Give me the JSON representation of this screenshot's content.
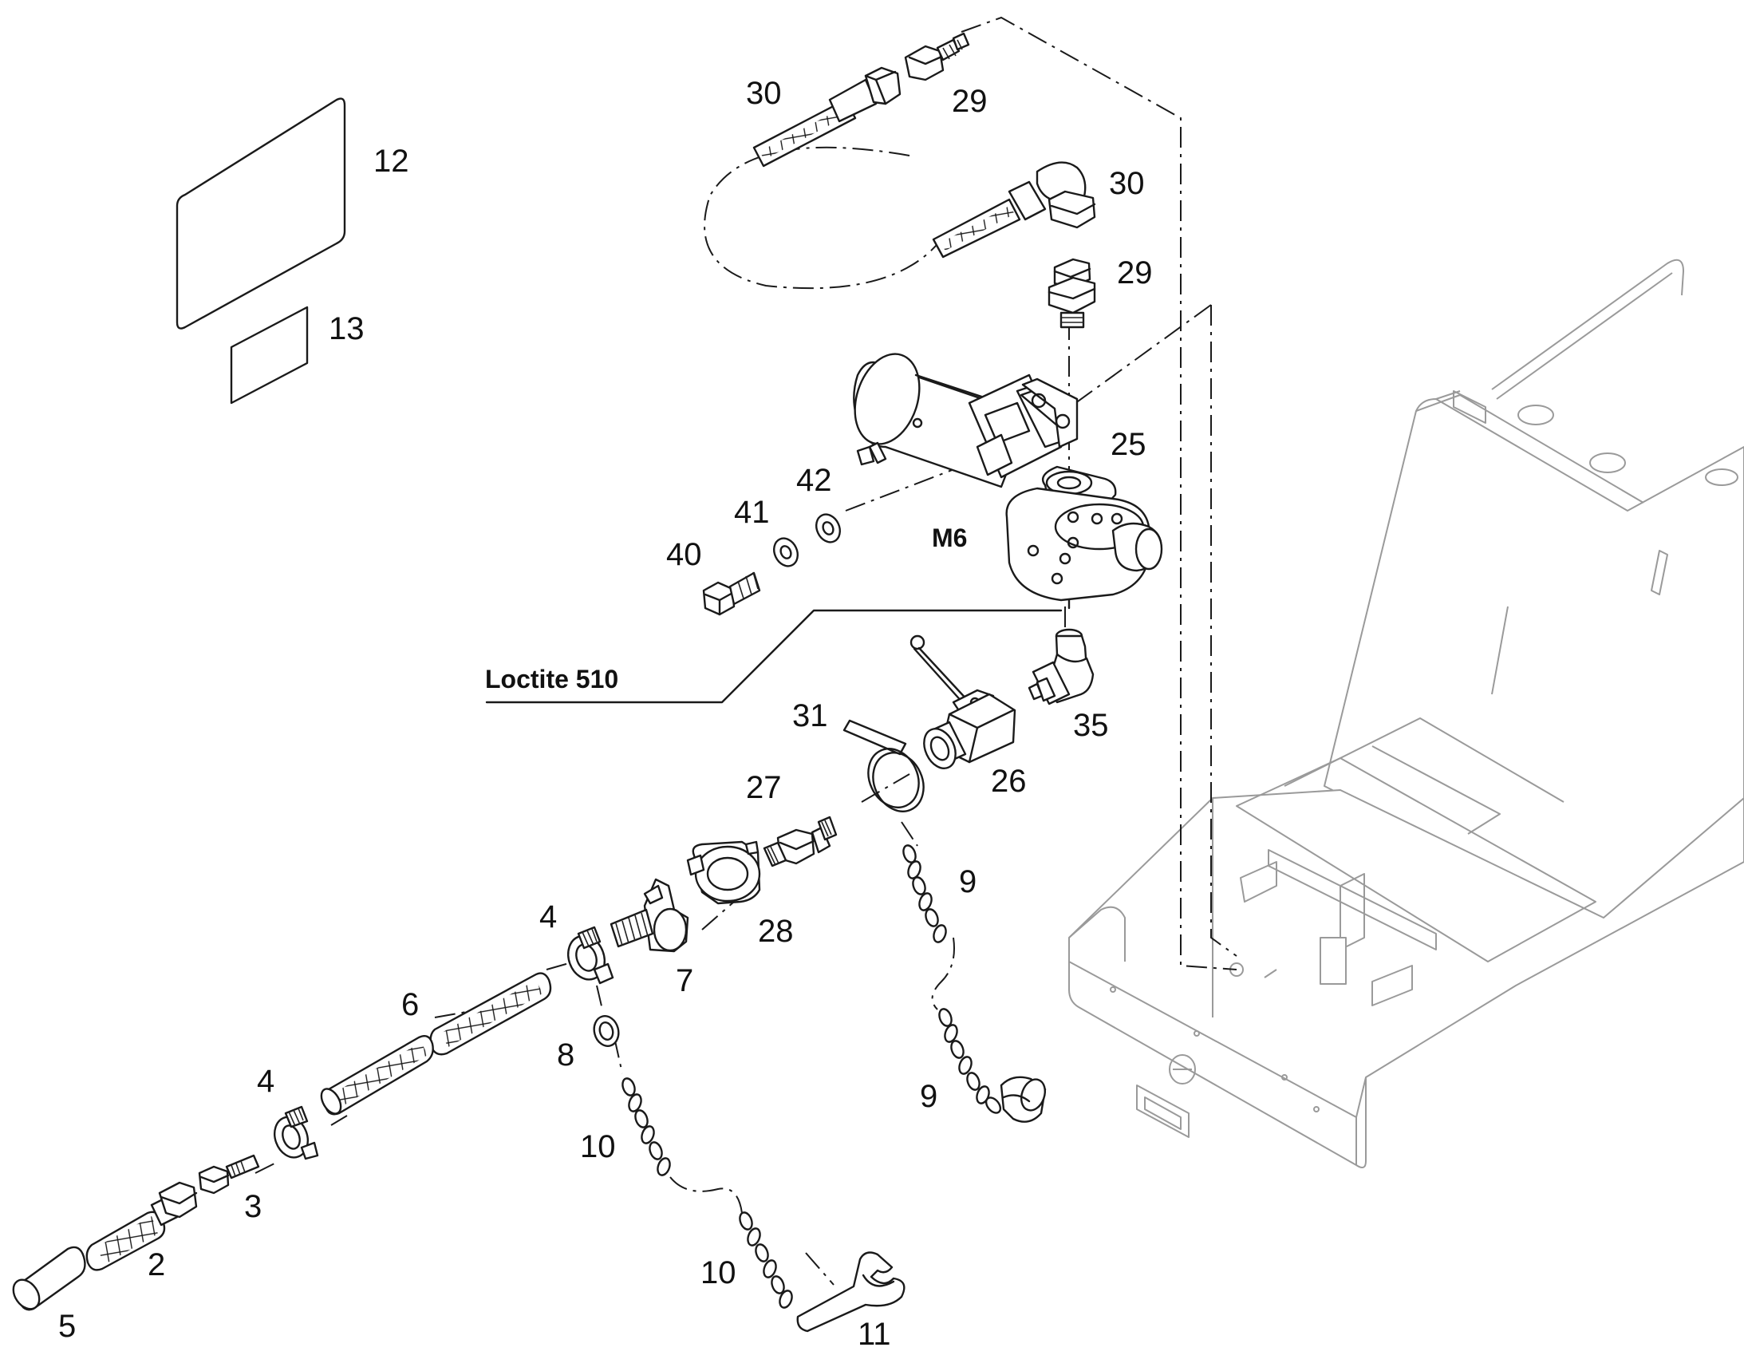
{
  "callouts": {
    "c30a": "30",
    "c29a": "29",
    "c30b": "30",
    "c29b": "29",
    "c12": "12",
    "c13": "13",
    "c25": "25",
    "c42": "42",
    "c41": "41",
    "c40": "40",
    "c31": "31",
    "c35": "35",
    "c26": "26",
    "c27": "27",
    "c9a": "9",
    "c28": "28",
    "c4a": "4",
    "c7": "7",
    "c6": "6",
    "c8": "8",
    "c9b": "9",
    "c4b": "4",
    "c10a": "10",
    "c3": "3",
    "c2": "2",
    "c10b": "10",
    "c5": "5",
    "c11": "11"
  },
  "notes": {
    "thread_size": "M6",
    "sealant": "Loctite 510"
  }
}
